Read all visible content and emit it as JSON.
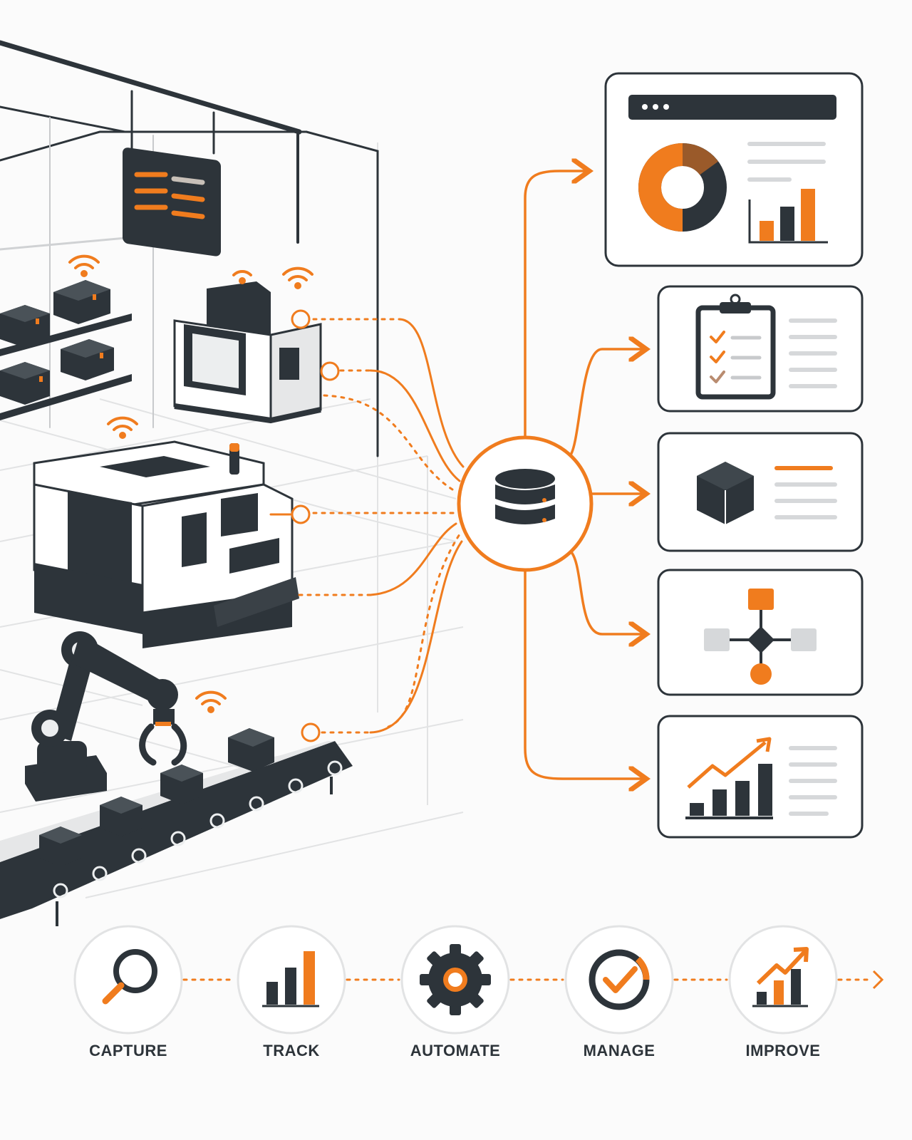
{
  "colors": {
    "accent": "#f07c1e",
    "dark": "#2d343a",
    "mid": "#8a9096",
    "light": "#d6d8da",
    "background": "#fbfbfb"
  },
  "flow_steps": [
    {
      "label": "CAPTURE",
      "icon": "magnifier-icon"
    },
    {
      "label": "TRACK",
      "icon": "bar-chart-icon"
    },
    {
      "label": "AUTOMATE",
      "icon": "gear-icon"
    },
    {
      "label": "MANAGE",
      "icon": "check-circle-icon"
    },
    {
      "label": "IMPROVE",
      "icon": "trend-chart-icon"
    }
  ],
  "hub": {
    "icon": "database-icon"
  },
  "output_panels": [
    {
      "name": "analytics-dashboard",
      "icon": "donut-chart-icon"
    },
    {
      "name": "checklist",
      "icon": "clipboard-checklist-icon"
    },
    {
      "name": "inventory",
      "icon": "cube-icon"
    },
    {
      "name": "workflow",
      "icon": "flowchart-icon"
    },
    {
      "name": "performance-report",
      "icon": "growth-chart-icon"
    }
  ],
  "factory": {
    "elements": [
      "ceiling-frame",
      "display-board",
      "storage-shelf",
      "cnc-machine",
      "production-machine",
      "robotic-arm",
      "conveyor-belt"
    ],
    "sensor_icon": "wifi-icon"
  }
}
